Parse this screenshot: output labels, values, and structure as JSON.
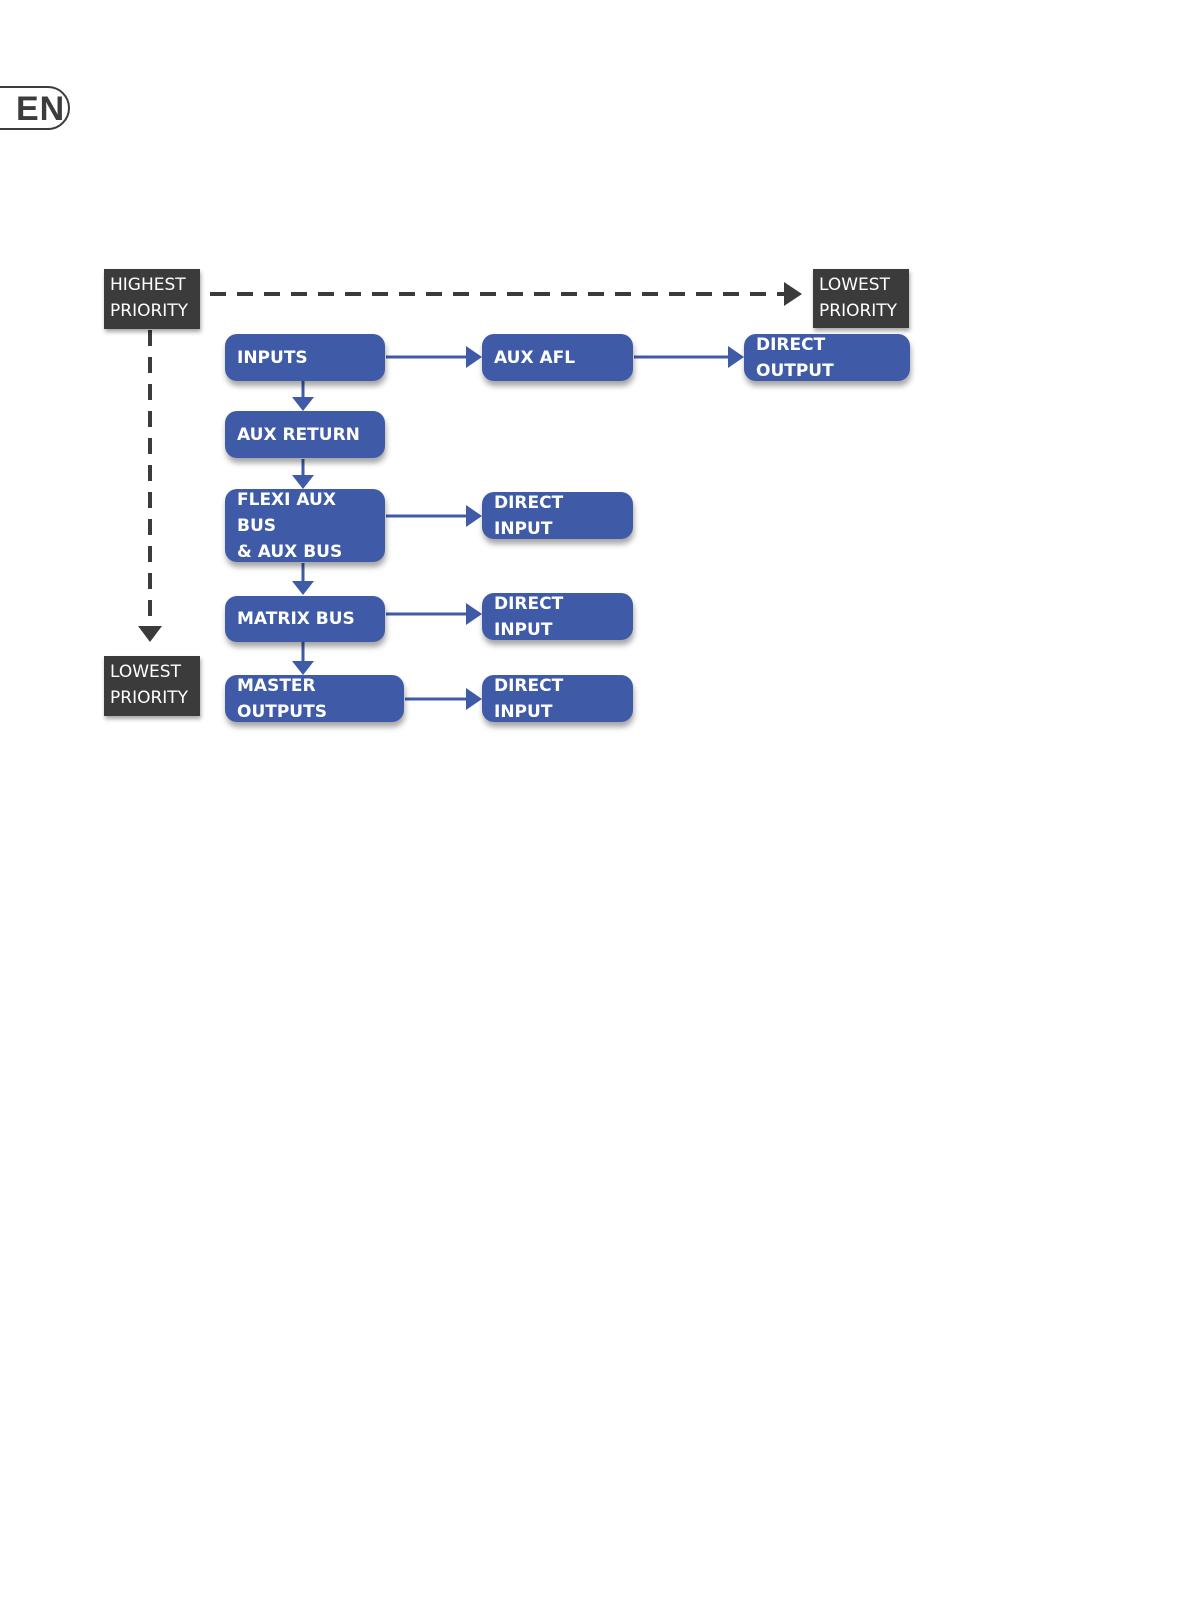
{
  "page": {
    "language_tab": "EN"
  },
  "diagram": {
    "priority_labels": {
      "highest_top_left": "HIGHEST\nPRIORITY",
      "lowest_top_right": "LOWEST\nPRIORITY",
      "lowest_bottom_left": "LOWEST\nPRIORITY"
    },
    "nodes": {
      "inputs": "INPUTS",
      "aux_afl": "AUX AFL",
      "direct_output": "DIRECT OUTPUT",
      "aux_return": "AUX RETURN",
      "flexi_aux_bus": "FLEXI AUX BUS\n& AUX BUS",
      "direct_input_1": "DIRECT INPUT",
      "matrix_bus": "MATRIX BUS",
      "direct_input_2": "DIRECT INPUT",
      "master_outputs": "MASTER OUTPUTS",
      "direct_input_3": "DIRECT INPUT"
    },
    "colors": {
      "node_fill": "#3f5ba8",
      "priority_fill": "#3b3b3b",
      "dashed_arrow": "#3b3b3b",
      "flow_arrow": "#3f5ba8"
    }
  }
}
